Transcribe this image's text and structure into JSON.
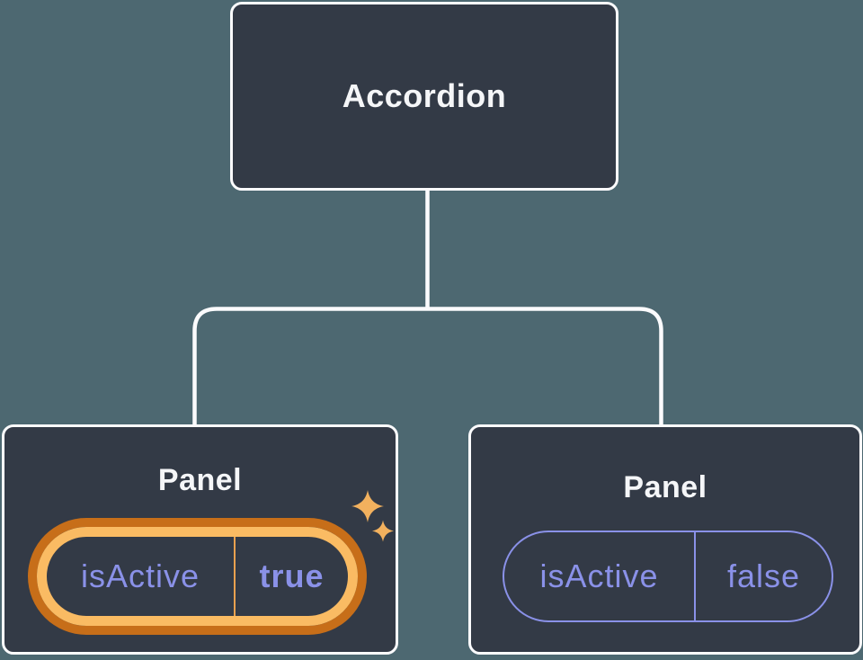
{
  "diagram": {
    "root": {
      "title": "Accordion"
    },
    "panels": [
      {
        "title": "Panel",
        "prop_name": "isActive",
        "prop_value": "true",
        "state": "active",
        "highlighted": true,
        "has_sparkles": true
      },
      {
        "title": "Panel",
        "prop_name": "isActive",
        "prop_value": "false",
        "state": "inactive",
        "highlighted": false,
        "has_sparkles": false
      }
    ]
  },
  "icons": {
    "sparkles": "four-point-star"
  },
  "colors": {
    "background": "#4D6871",
    "node_fill": "#333A46",
    "node_border": "#FBFBFD",
    "connector_line": "#FBFBFD",
    "title_text": "#F5F6F8",
    "prop_text": "#8A91E8",
    "inactive_pill_border": "#8A91E8",
    "highlight_ring_outer": "#C76E19",
    "highlight_ring_inner": "#FABB63",
    "highlight_divider": "#E9A14F",
    "sparkle": "#F2B15E"
  }
}
